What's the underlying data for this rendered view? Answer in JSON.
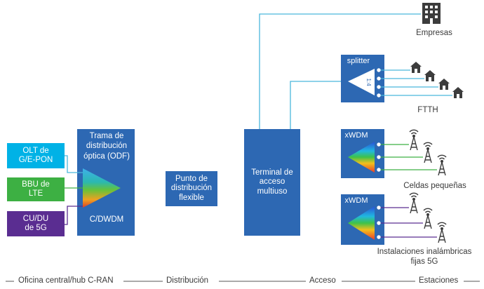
{
  "colors": {
    "blue": "#2d68b3",
    "cyan": "#4ab7dc",
    "cyan_box": "#00b2e6",
    "green": "#3db043",
    "purple": "#5a2d91",
    "dark": "#333333"
  },
  "nodes": {
    "olt": "OLT de G/E-PON",
    "bbu": "BBU de LTE",
    "cudu": "CU/DU de 5G",
    "odf_title": "Trama de distribución óptica (ODF)",
    "odf_sub": "C/DWDM",
    "punto": "Punto de distribución flexible",
    "terminal": "Terminal de acceso multiuso",
    "splitter": "splitter",
    "splitter_ratio": "1:4",
    "xwdm_1": "xWDM",
    "xwdm_2": "xWDM"
  },
  "labels": {
    "empresas": "Empresas",
    "ftth": "FTTH",
    "celdas": "Celdas pequeñas",
    "inalambricas": "Instalaciones inalámbricas fijas 5G"
  },
  "footer": {
    "oficina": "Oficina central/hub C-RAN",
    "distribucion": "Distribución",
    "acceso": "Acceso",
    "estaciones": "Estaciones"
  },
  "icons": {
    "building": "building-icon",
    "house": "house-icon",
    "antenna": "antenna-tower-icon"
  }
}
